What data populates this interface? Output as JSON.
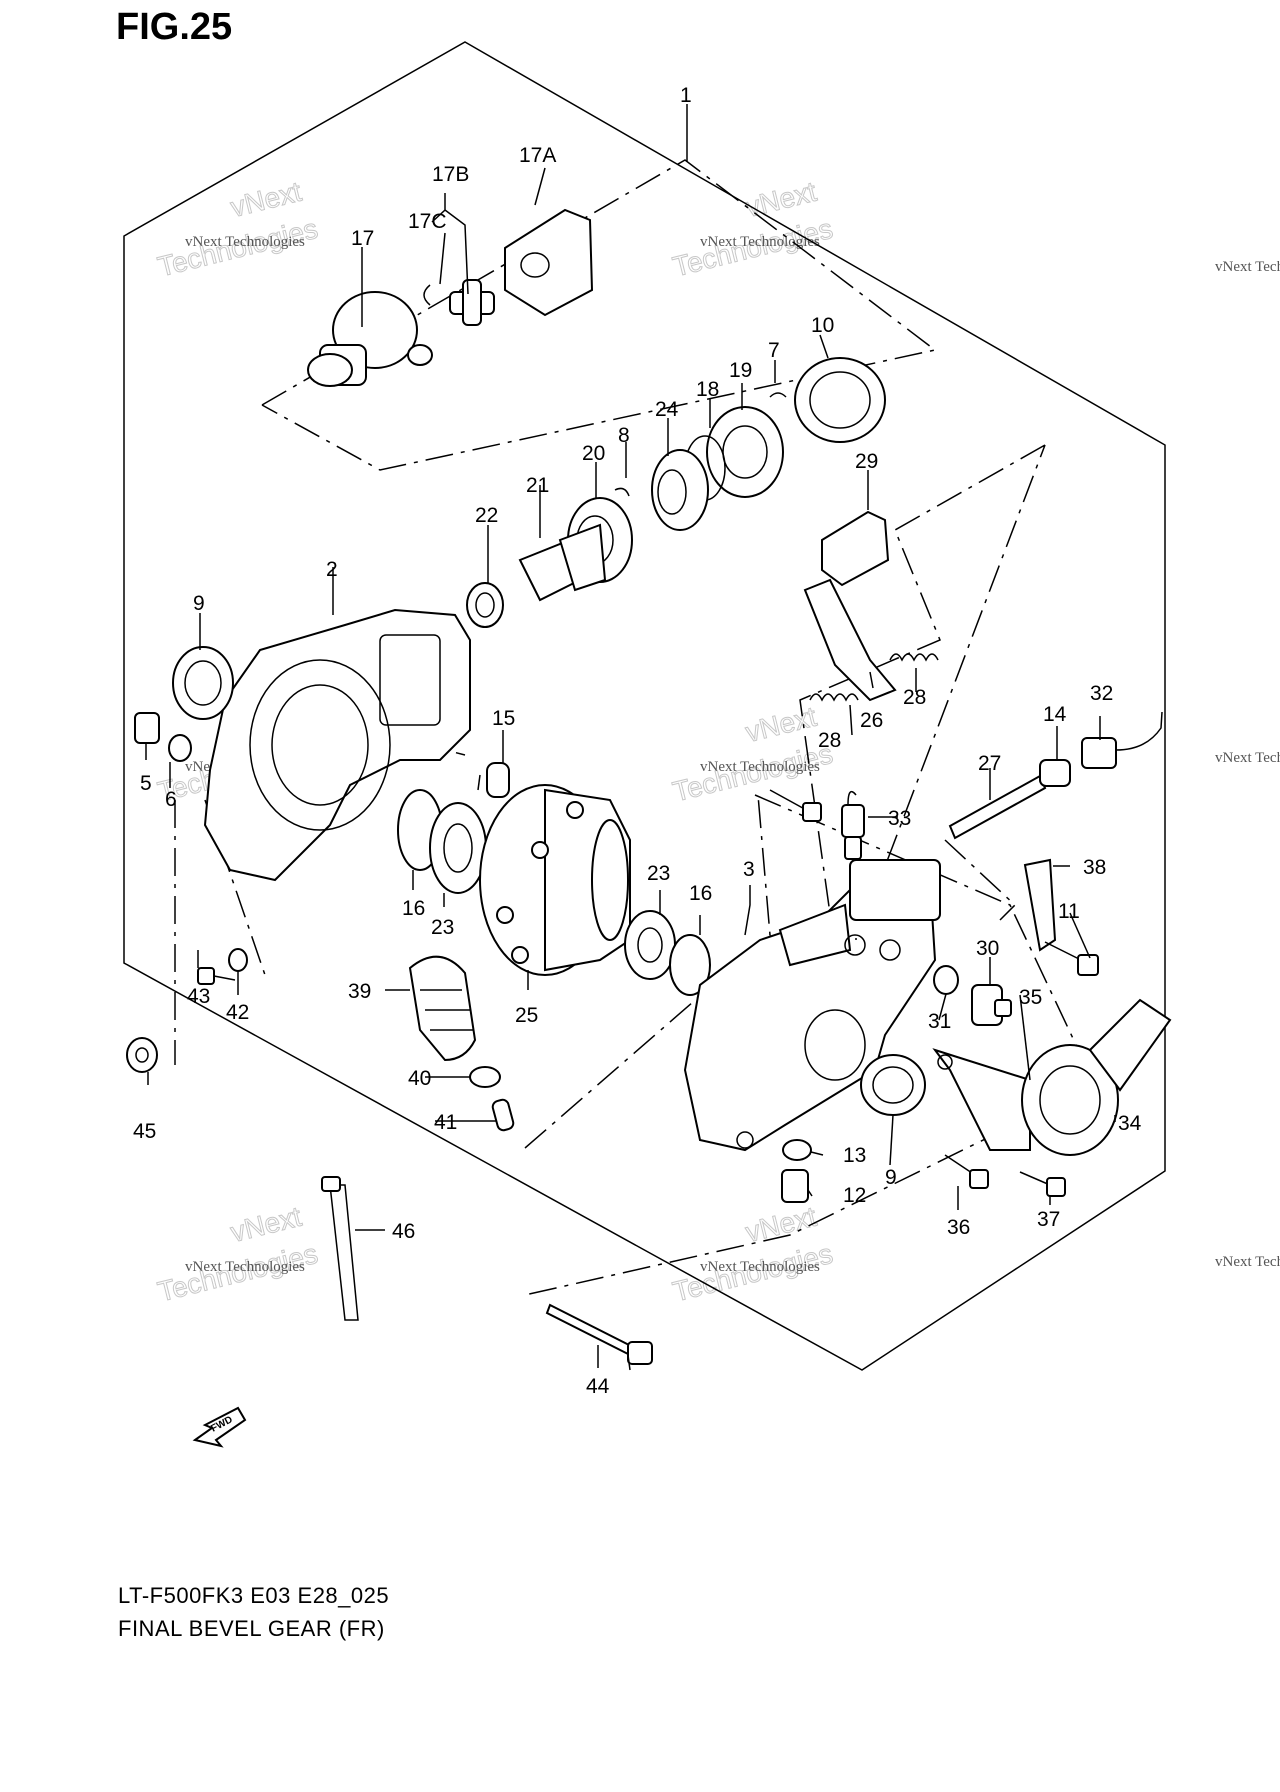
{
  "figure": {
    "title": "FIG.25",
    "model_code": "LT-F500FK3 E03 E28_025",
    "part_name": "FINAL BEVEL GEAR (FR)"
  },
  "watermark": {
    "line1": "vNext Technologies",
    "line2": "vNext",
    "line3": "Technologies"
  },
  "fwd_label": "FWD",
  "callouts": [
    "1",
    "2",
    "3",
    "5",
    "6",
    "7",
    "8",
    "9",
    "9",
    "10",
    "11",
    "12",
    "13",
    "14",
    "15",
    "16",
    "16",
    "17",
    "17A",
    "17B",
    "17C",
    "18",
    "19",
    "20",
    "21",
    "22",
    "23",
    "23",
    "24",
    "25",
    "26",
    "27",
    "28",
    "28",
    "29",
    "30",
    "31",
    "32",
    "33",
    "34",
    "35",
    "36",
    "37",
    "38",
    "39",
    "40",
    "41",
    "42",
    "43",
    "44",
    "45",
    "46"
  ]
}
